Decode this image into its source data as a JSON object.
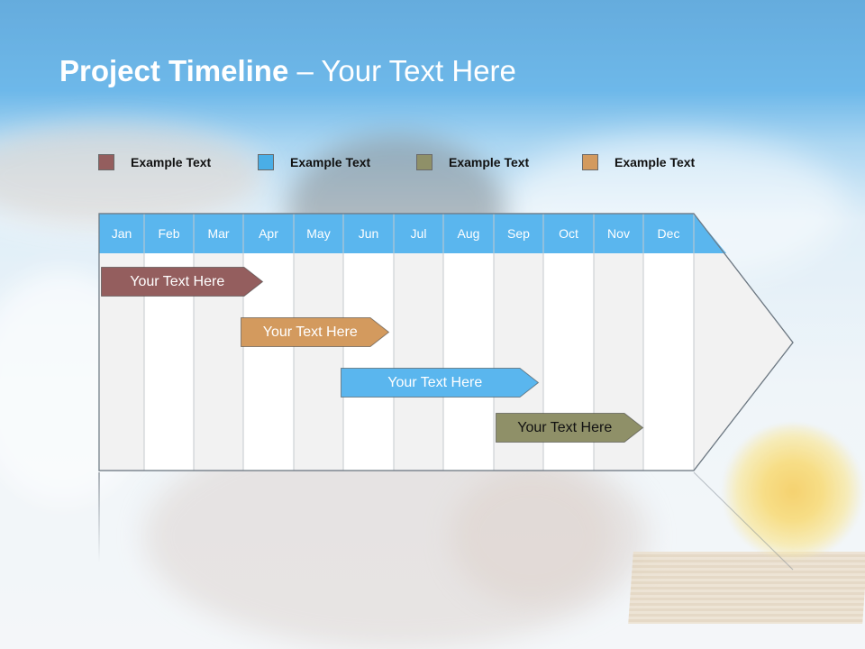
{
  "slide": {
    "title_bold": "Project Timeline",
    "title_rest": " – Your Text Here"
  },
  "legend": [
    {
      "label": "Example Text",
      "color": "#945e5e"
    },
    {
      "label": "Example Text",
      "color": "#4aaee6"
    },
    {
      "label": "Example Text",
      "color": "#8f9068"
    },
    {
      "label": "Example Text",
      "color": "#d39a5e"
    }
  ],
  "timeline": {
    "months": [
      "Jan",
      "Feb",
      "Mar",
      "Apr",
      "May",
      "Jun",
      "Jul",
      "Aug",
      "Sep",
      "Oct",
      "Nov",
      "Dec"
    ],
    "header_color": "#5ab6ee",
    "tasks": [
      {
        "label": "Your  Text Here",
        "start_month": 1,
        "end_month": 4.4,
        "color": "#945e5e",
        "text_color": "#ffffff"
      },
      {
        "label": "Your  Text Here",
        "start_month": 3.9,
        "end_month": 6.9,
        "color": "#d39a5e",
        "text_color": "#ffffff"
      },
      {
        "label": "Your  Text Here",
        "start_month": 5.9,
        "end_month": 9.9,
        "color": "#5ab6ee",
        "text_color": "#ffffff"
      },
      {
        "label": "Your  Text Here",
        "start_month": 9.0,
        "end_month": 12.0,
        "color": "#8f9068",
        "text_color": "#111111"
      }
    ]
  }
}
